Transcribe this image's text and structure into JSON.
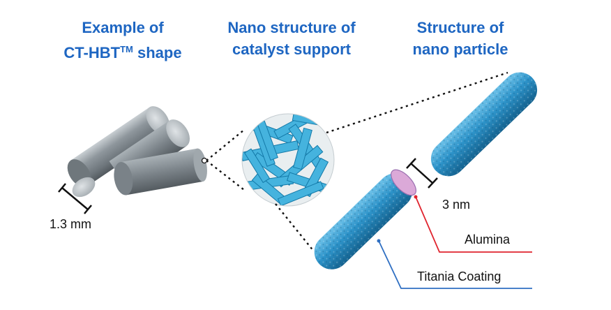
{
  "titles": {
    "shape": {
      "line1": "Example of",
      "line2_prefix": "CT-HBT",
      "line2_tm": "TM",
      "line2_suffix": " shape"
    },
    "support": {
      "line1": "Nano structure of",
      "line2": "catalyst support"
    },
    "particle": {
      "line1": "Structure of",
      "line2": "nano particle"
    }
  },
  "labels": {
    "pellet_size": "1.3 mm",
    "particle_diameter": "3 nm",
    "core": "Alumina",
    "coating": "Titania Coating"
  },
  "colors": {
    "title": "#1e66c2",
    "alumina_leader": "#e0242e",
    "titania_leader": "#2f6fc2",
    "rod_blue": "#2a8fc7",
    "pellet_gray": "#8a9298",
    "core_fill": "#d9a6d6"
  }
}
